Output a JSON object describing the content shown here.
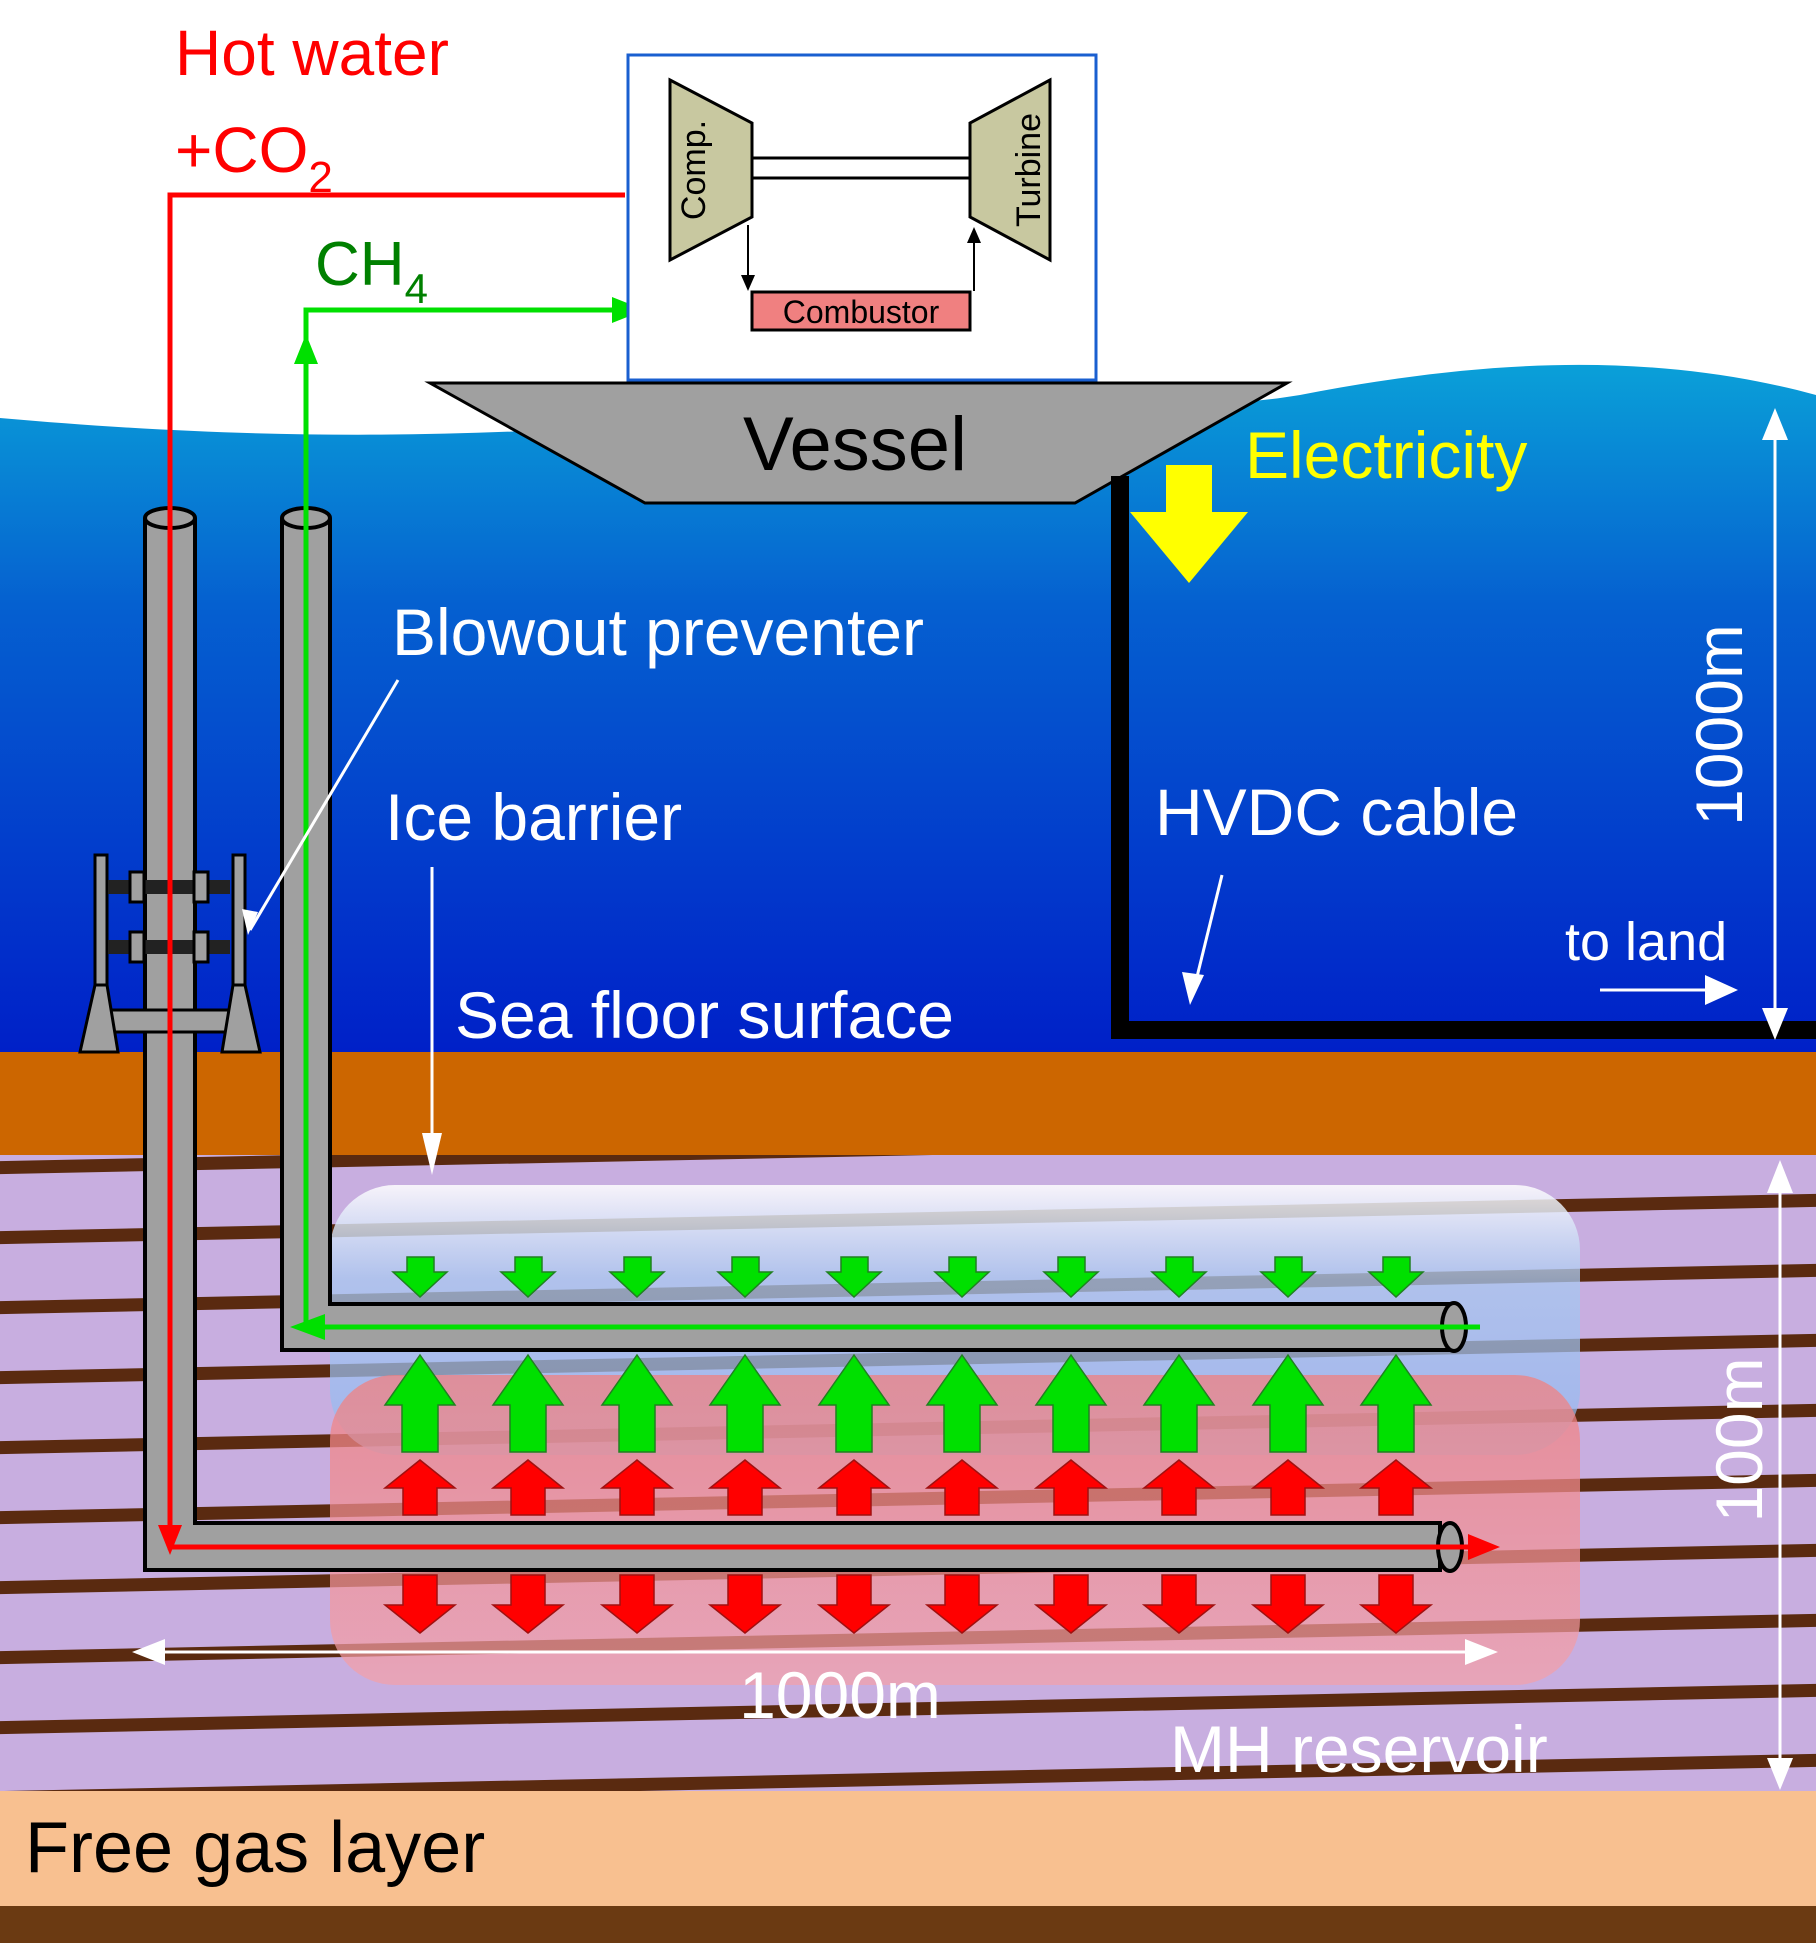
{
  "labels": {
    "hot_water": "Hot water",
    "co2_prefix": "+CO",
    "co2_subscript": "2",
    "ch4": "CH",
    "ch4_subscript": "4",
    "comp": "Comp.",
    "turbine": "Turbine",
    "combustor": "Combustor",
    "vessel": "Vessel",
    "electricity": "Electricity",
    "blowout_preventer": "Blowout preventer",
    "ice_barrier": "Ice barrier",
    "hvdc_cable": "HVDC cable",
    "to_land": "to land",
    "sea_depth": "1000m",
    "sea_floor_surface": "Sea floor surface",
    "reservoir_thickness": "100m",
    "well_length": "1000m",
    "mh_reservoir": "MH reservoir",
    "free_gas_layer": "Free gas layer"
  },
  "colors": {
    "sea_top": "#0aa0d8",
    "sea_bottom": "#0020c8",
    "sea_floor": "#cc6600",
    "reservoir": "#c8aee0",
    "strata": "#5a2a10",
    "free_gas": "#f8c090",
    "bedrock": "#6b3a12",
    "hot_water_line": "#ff0000",
    "methane_line": "#00e000",
    "electricity": "#ffff00",
    "combustor": "#f08080",
    "pipe": "#a0a0a0",
    "vessel": "#a0a0a0"
  }
}
